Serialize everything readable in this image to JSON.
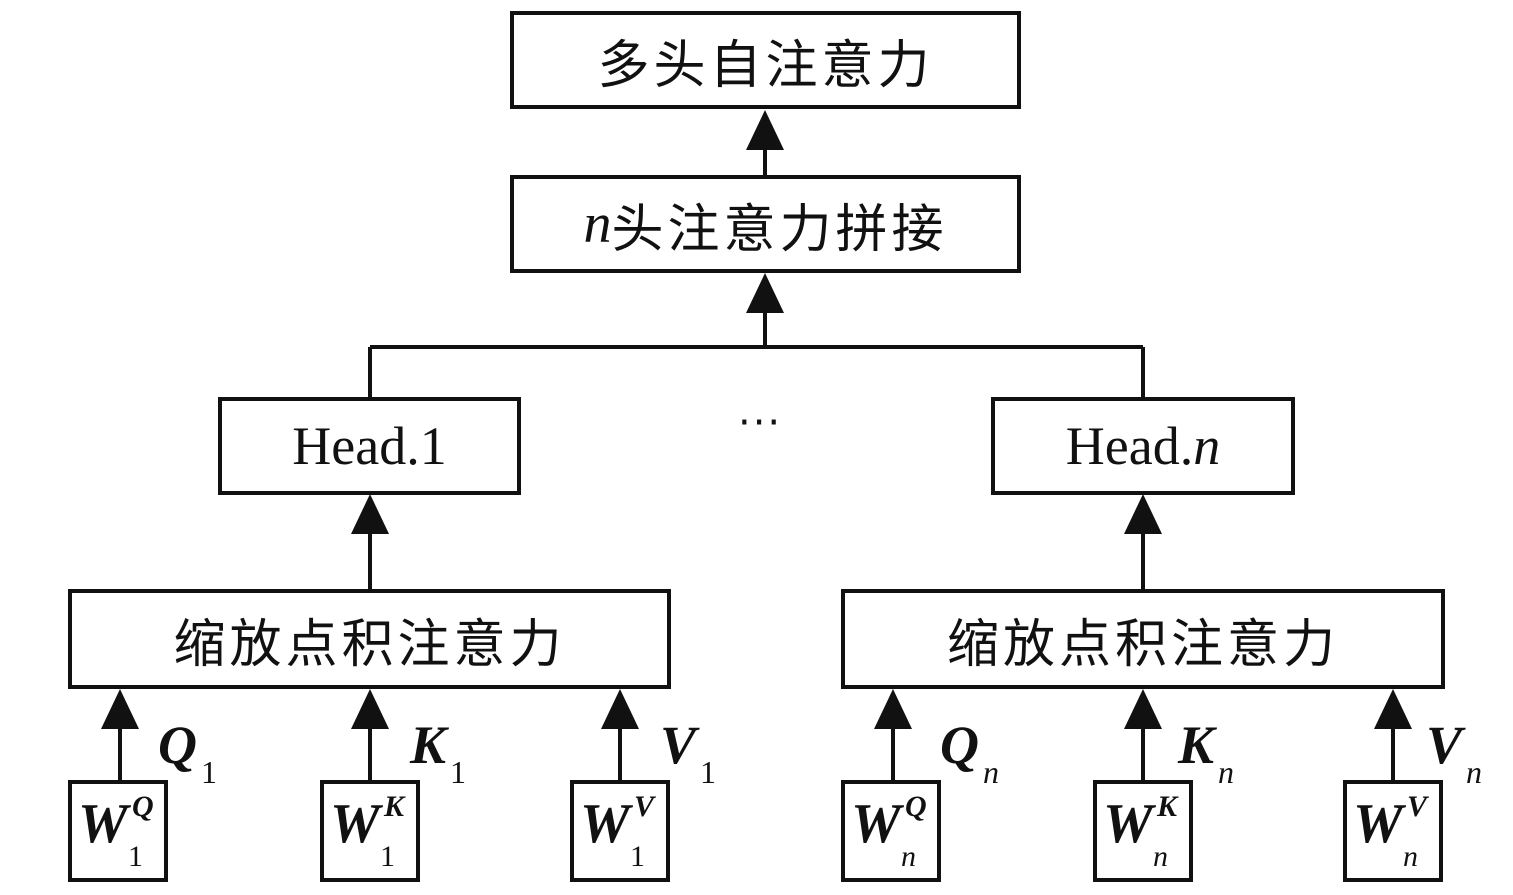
{
  "top_box": {
    "label": "多头自注意力"
  },
  "concat_box": {
    "prefix": "n",
    "label": "头注意力拼接"
  },
  "heads": [
    {
      "label": "Head.",
      "index": "1",
      "index_italic": false
    },
    {
      "label": "Head.",
      "index": "n",
      "index_italic": true
    }
  ],
  "ellipsis": "···",
  "attention_boxes": [
    {
      "label": "缩放点积注意力"
    },
    {
      "label": "缩放点积注意力"
    }
  ],
  "inputs_left": [
    {
      "vector": "Q",
      "vector_sub": "1",
      "weight": "W",
      "weight_sup": "Q",
      "weight_sub": "1"
    },
    {
      "vector": "K",
      "vector_sub": "1",
      "weight": "W",
      "weight_sup": "K",
      "weight_sub": "1"
    },
    {
      "vector": "V",
      "vector_sub": "1",
      "weight": "W",
      "weight_sup": "V",
      "weight_sub": "1"
    }
  ],
  "inputs_right": [
    {
      "vector": "Q",
      "vector_sub": "n",
      "weight": "W",
      "weight_sup": "Q",
      "weight_sub": "n"
    },
    {
      "vector": "K",
      "vector_sub": "n",
      "weight": "W",
      "weight_sup": "K",
      "weight_sub": "n"
    },
    {
      "vector": "V",
      "vector_sub": "n",
      "weight": "W",
      "weight_sup": "V",
      "weight_sub": "n"
    }
  ]
}
